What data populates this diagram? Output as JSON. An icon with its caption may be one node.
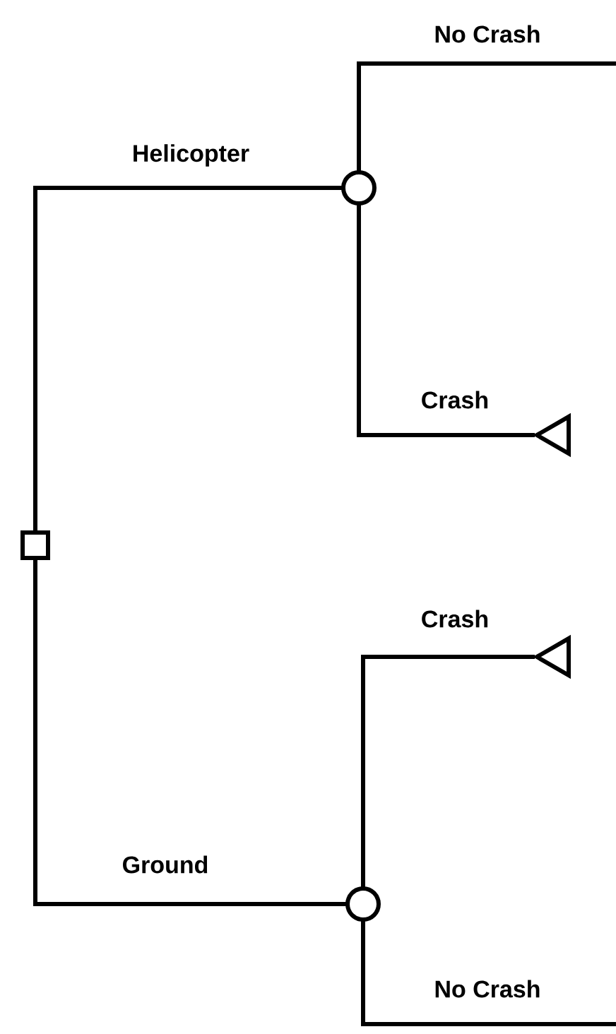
{
  "diagram": {
    "nodes": [
      {
        "text": [],
        "shape": "box"
      },
      {
        "text": [],
        "shape": "circle"
      },
      {
        "text": [],
        "shape": "circle"
      },
      {
        "text": [],
        "shape": "triangle"
      },
      {
        "text": [],
        "shape": "triangle"
      }
    ],
    "edges": [
      {
        "from": 0,
        "to": 1,
        "arrow": "none",
        "label": "Helicopter"
      },
      {
        "from": 1,
        "to": null,
        "arrow": "none",
        "label": "No Crash"
      },
      {
        "from": 1,
        "to": 3,
        "arrow": "none",
        "label": "Crash"
      },
      {
        "from": 0,
        "to": 2,
        "arrow": "none",
        "label": "Ground"
      },
      {
        "from": 2,
        "to": 4,
        "arrow": "none",
        "label": "Crash"
      },
      {
        "from": 2,
        "to": null,
        "arrow": "none",
        "label": "No Crash"
      }
    ]
  }
}
